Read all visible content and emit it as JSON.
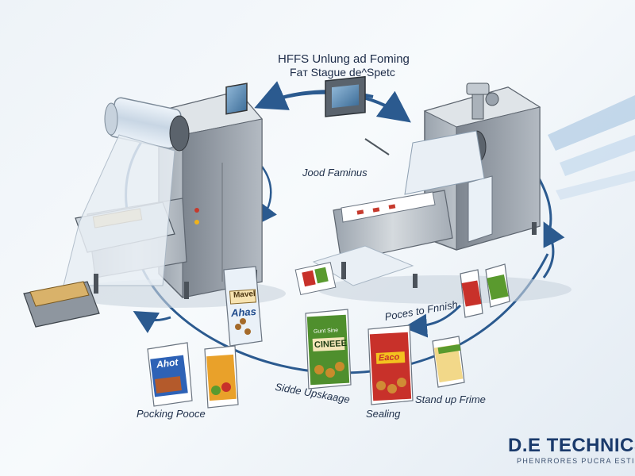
{
  "title": {
    "line1": "HFFS Unlung ad Foming",
    "line2": "Faт Stague de^Spetc"
  },
  "labels": {
    "left_machine": "Jood Faminus",
    "pouch_flow": "Poces to Fnnish",
    "side_upskage": "Sidde Upskaage",
    "packing_pouch": "Pocking Pooce",
    "sealing": "Sealing",
    "stand_up_frime": "Stand up Frime"
  },
  "pouches": {
    "p1": "Ahot",
    "p2": "Mavel",
    "p3": "Ahas",
    "p4": "Gunt Sine",
    "p5": "CINEEE",
    "p6": "Eaco"
  },
  "brand": {
    "name": "D.E TECHNICS",
    "tagline": "PHENRRORES PUCRA ESTI"
  },
  "colors": {
    "arrow": "#2b5a8f",
    "machine": "#b8bfc7",
    "accent_green": "#5a9a2e",
    "accent_red": "#c8312a"
  }
}
